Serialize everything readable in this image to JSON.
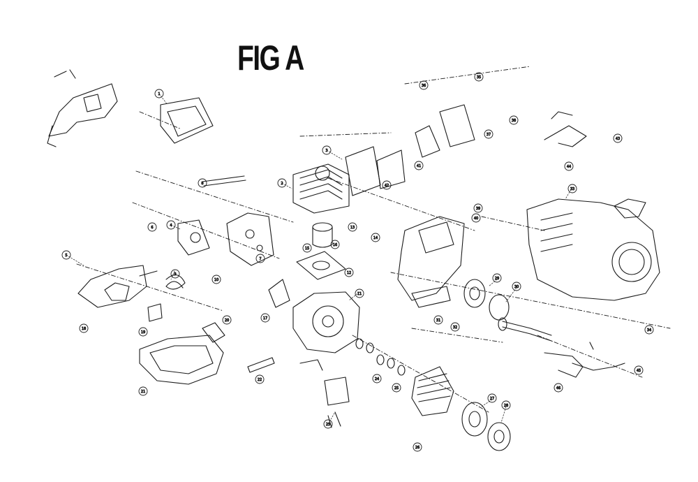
{
  "figure": {
    "title": "FIG A"
  },
  "callouts": [
    "1",
    "2",
    "3",
    "4",
    "5",
    "6",
    "7",
    "8",
    "9",
    "10",
    "11",
    "12",
    "13",
    "14",
    "15",
    "16",
    "17",
    "18",
    "19",
    "20",
    "21",
    "22",
    "23",
    "24",
    "25",
    "26",
    "27",
    "28",
    "29",
    "30",
    "31",
    "32",
    "33",
    "34",
    "35",
    "36",
    "37",
    "38",
    "39",
    "40",
    "41",
    "42",
    "43",
    "44",
    "45",
    "46"
  ],
  "style": {
    "ink": "#1a1a1a",
    "paper": "#ffffff"
  }
}
